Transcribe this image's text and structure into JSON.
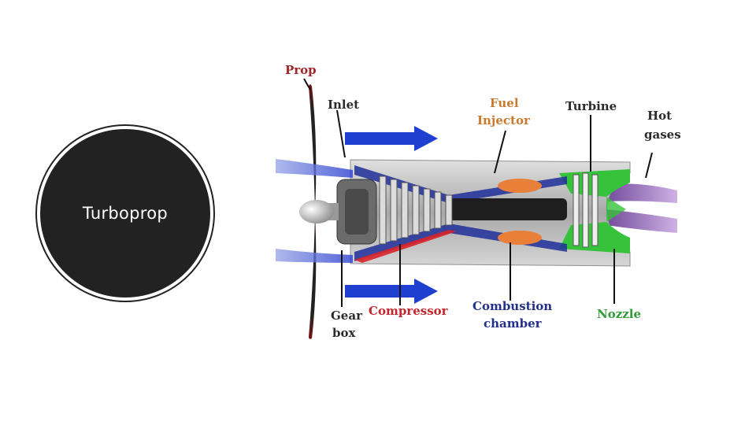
{
  "slide": {
    "title": "Turboprop"
  },
  "diagram": {
    "labels": {
      "prop": "Prop",
      "inlet": "Inlet",
      "fuel_injector_line1": "Fuel",
      "fuel_injector_line2": "Injector",
      "turbine": "Turbine",
      "hot_gases_line1": "Hot",
      "hot_gases_line2": "gases",
      "gear_box_line1": "Gear",
      "gear_box_line2": "box",
      "compressor": "Compressor",
      "combustion_line1": "Combustion",
      "combustion_line2": "chamber",
      "nozzle": "Nozzle"
    },
    "colors": {
      "prop_label": "#a0262a",
      "fuel_label": "#c97a2e",
      "compressor_label": "#c0272d",
      "combustion_label": "#232f8a",
      "nozzle_label": "#2f9b3a",
      "dark_label": "#2b2b2b",
      "airflow": "#1f3fd1",
      "casing": "#bfbfbf",
      "nozzle_green": "#37c23b",
      "exhaust": "#7a3aa0",
      "flame": "#e8803a",
      "badge_fill": "#222222"
    }
  }
}
